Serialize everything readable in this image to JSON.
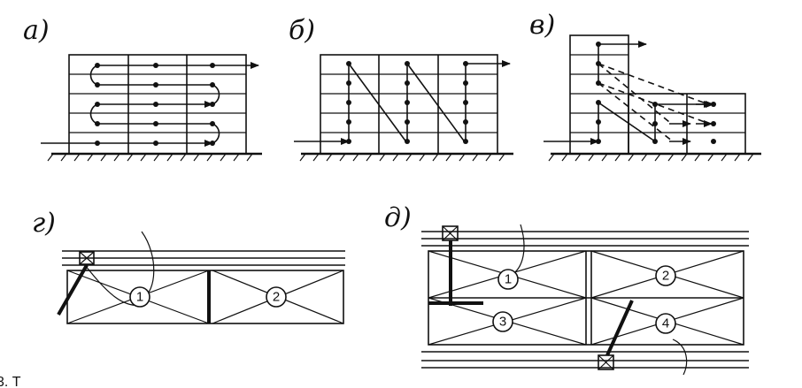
{
  "labels": {
    "a": "а)",
    "b": "б)",
    "v": "в)",
    "g": "г)",
    "d": "д)"
  },
  "sections": {
    "g": [
      "1",
      "2"
    ],
    "d": [
      "1",
      "2",
      "3",
      "4"
    ]
  },
  "caption": "3. Т"
}
